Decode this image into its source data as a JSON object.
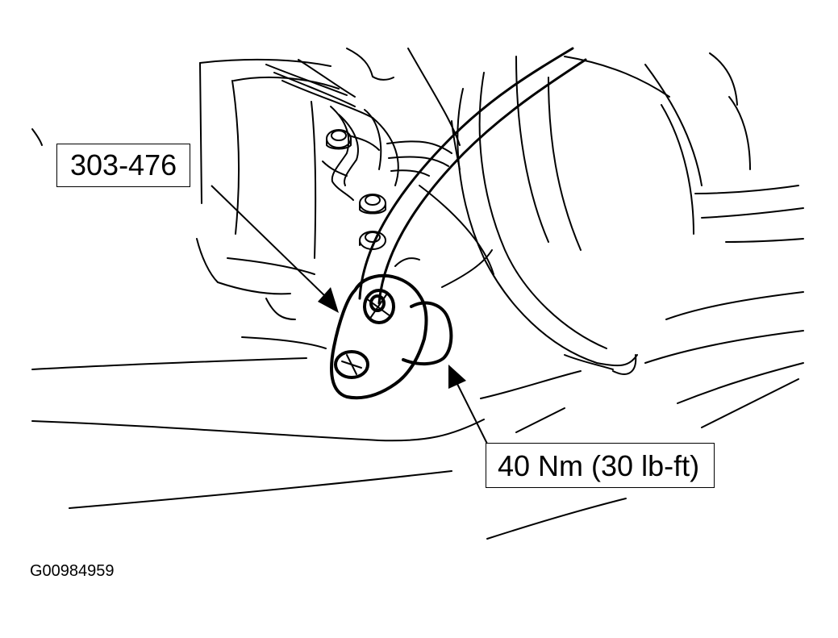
{
  "callouts": {
    "tool": "303-476",
    "torque": "40 Nm (30 lb-ft)"
  },
  "figure_id": "G00984959"
}
